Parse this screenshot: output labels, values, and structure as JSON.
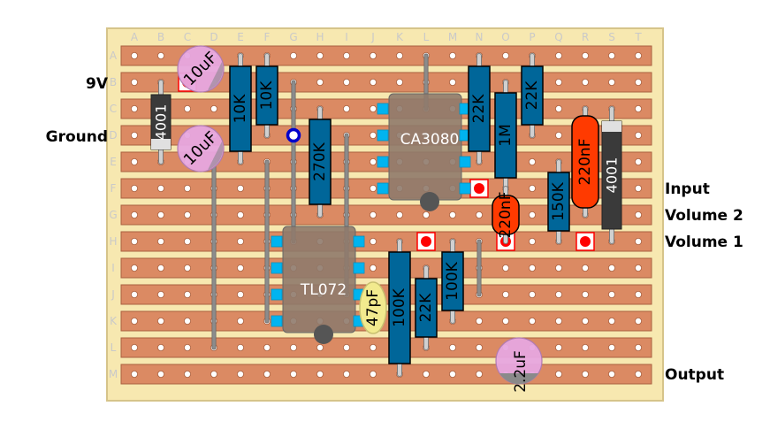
{
  "board": {
    "columns": [
      "A",
      "B",
      "C",
      "D",
      "E",
      "F",
      "G",
      "H",
      "I",
      "J",
      "K",
      "L",
      "M",
      "N",
      "O",
      "P",
      "Q",
      "R",
      "S",
      "T"
    ],
    "rows": [
      "A",
      "B",
      "C",
      "D",
      "E",
      "F",
      "G",
      "H",
      "I",
      "J",
      "K",
      "L",
      "M"
    ],
    "colors": {
      "board": "#f7e8b0",
      "board_border": "#d6c48a",
      "strip": "#db8a63",
      "strip_border": "#a9603f",
      "hole": "#ffffff",
      "grid_label": "#c9c9c9",
      "wire": "#8c8c8c",
      "resistor": "#006699",
      "film_cap": "#ff3a00",
      "electrolytic": "#e7a6df",
      "ceramic": "#f2ea8e",
      "diode": "#3a3a3a",
      "ic_body": "#8f7a6c",
      "ic_pin": "#00b4f0",
      "cut": "#ff0000",
      "pad_marker": "#0000cc"
    }
  },
  "labels": {
    "nine_volt": "9V",
    "ground": "Ground",
    "input": "Input",
    "volume2": "Volume 2",
    "volume1": "Volume 1",
    "output": "Output"
  },
  "ics": [
    {
      "name": "CA3080",
      "col": "K",
      "row": "C",
      "pins_per_side": 4,
      "span_cols": 3
    },
    {
      "name": "TL072",
      "col": "G",
      "row": "H",
      "pins_per_side": 4,
      "span_cols": 3
    }
  ],
  "resistors": [
    {
      "value": "10K",
      "col": "E",
      "from": "A",
      "to": "E"
    },
    {
      "value": "10K",
      "col": "F",
      "from": "A",
      "to": "D"
    },
    {
      "value": "270K",
      "col": "H",
      "from": "C",
      "to": "G"
    },
    {
      "value": "22K",
      "col": "N",
      "from": "A",
      "to": "E"
    },
    {
      "value": "1M",
      "col": "O",
      "from": "B",
      "to": "F"
    },
    {
      "value": "22K",
      "col": "P",
      "from": "A",
      "to": "D"
    },
    {
      "value": "150K",
      "col": "Q",
      "from": "E",
      "to": "H"
    },
    {
      "value": "100K",
      "col": "K",
      "from": "H",
      "to": "M"
    },
    {
      "value": "22K",
      "col": "L",
      "from": "I",
      "to": "L"
    },
    {
      "value": "100K",
      "col": "M",
      "from": "H",
      "to": "K"
    }
  ],
  "film_caps": [
    {
      "value": "220nF",
      "col": "R",
      "from": "C",
      "to": "G"
    },
    {
      "value": "220nF",
      "col": "O",
      "from": "F",
      "to": "H"
    }
  ],
  "electrolytics": [
    {
      "value": "10uF",
      "col": "C",
      "row": "A"
    },
    {
      "value": "10uF",
      "col": "C",
      "row": "D"
    },
    {
      "value": "2.2uF",
      "col": "O",
      "row": "L"
    }
  ],
  "ceramics": [
    {
      "value": "47pF",
      "col": "J",
      "row": "J"
    }
  ],
  "diodes": [
    {
      "value": "4001",
      "col": "B",
      "from": "B",
      "to": "E"
    },
    {
      "value": "4001",
      "col": "S",
      "from": "C",
      "to": "H"
    }
  ],
  "wires": [
    {
      "col": "D",
      "from": "E",
      "to": "L"
    },
    {
      "col": "F",
      "from": "E",
      "to": "K"
    },
    {
      "col": "G",
      "from": "B",
      "to": "H"
    },
    {
      "col": "I",
      "from": "D",
      "to": "J"
    },
    {
      "col": "L",
      "from": "A",
      "to": "C"
    },
    {
      "col": "N",
      "from": "H",
      "to": "J"
    }
  ],
  "cuts": [
    {
      "col": "C",
      "row": "B"
    },
    {
      "col": "N",
      "row": "F"
    },
    {
      "col": "L",
      "row": "H"
    },
    {
      "col": "O",
      "row": "H"
    },
    {
      "col": "R",
      "row": "H"
    }
  ],
  "pads": [
    {
      "col": "G",
      "row": "D"
    }
  ]
}
